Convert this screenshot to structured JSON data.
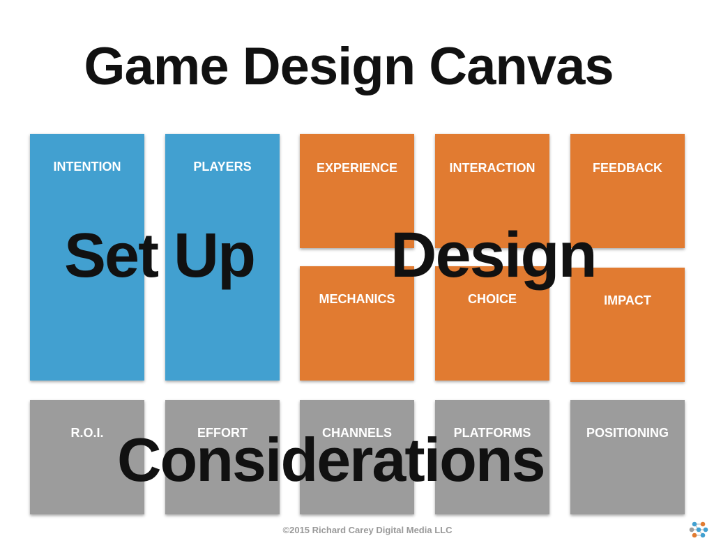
{
  "title": "Game Design Canvas",
  "cards": {
    "intention": "INTENTION",
    "players": "PLAYERS",
    "experience": "EXPERIENCE",
    "interaction": "INTERACTION",
    "feedback": "FEEDBACK",
    "mechanics": "MECHANICS",
    "choice": "CHOICE",
    "impact": "IMPACT",
    "roi": "R.O.I.",
    "effort": "EFFORT",
    "channels": "CHANNELS",
    "platforms": "PLATFORMS",
    "positioning": "POSITIONING"
  },
  "overlays": {
    "setup": "Set Up",
    "design": "Design",
    "considerations": "Considerations"
  },
  "footer": "©2015 Richard Carey Digital Media LLC",
  "colors": {
    "setup": "#42a0d0",
    "design": "#e17b31",
    "considerations": "#9c9c9c"
  },
  "logo_icon": "network-dots-logo"
}
